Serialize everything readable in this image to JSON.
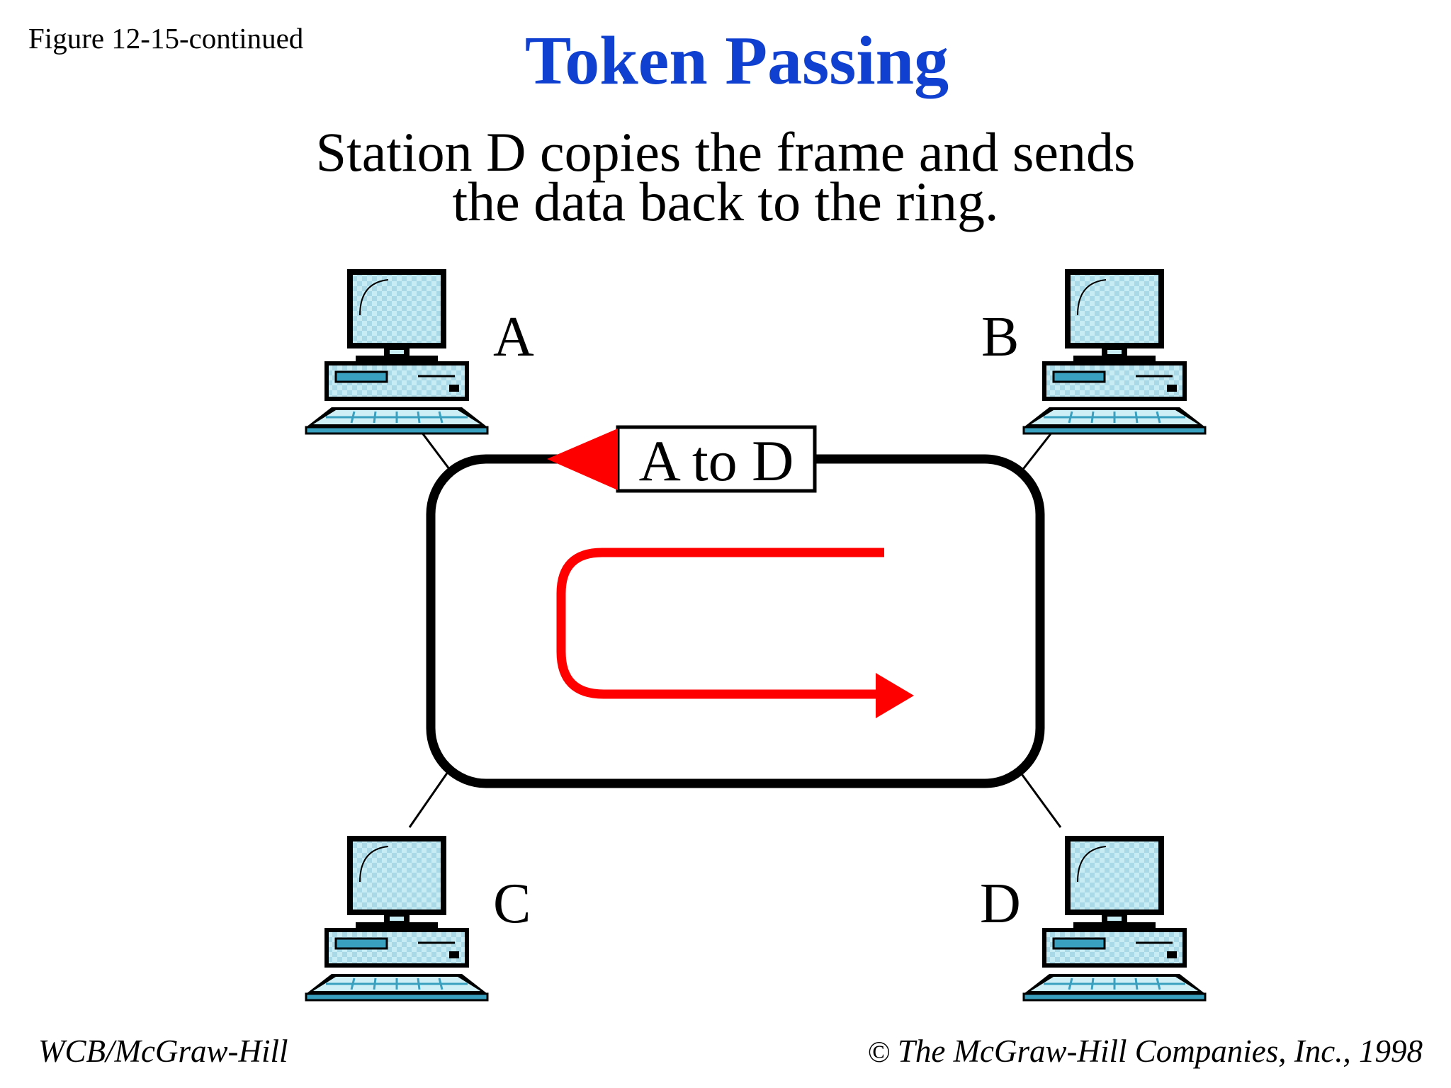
{
  "figure_label": "Figure 12-15-continued",
  "title": "Token Passing",
  "caption": {
    "line1": "Station D copies the frame and sends",
    "line2": "the data back to the ring."
  },
  "frame_label": "A to D",
  "stations": [
    {
      "id": "A",
      "label": "A"
    },
    {
      "id": "B",
      "label": "B"
    },
    {
      "id": "C",
      "label": "C"
    },
    {
      "id": "D",
      "label": "D"
    }
  ],
  "footer": {
    "publisher": "WCB/McGraw-Hill",
    "copyright_symbol": "©",
    "copyright": "The McGraw-Hill Companies, Inc., 1998"
  },
  "colors": {
    "title": "#1040d0",
    "arrow": "#ff0000",
    "ring": "#000000",
    "monitor_screen": "#c8ecf4",
    "computer_accent": "#3aa0c0"
  },
  "icons": [
    "computer-icon",
    "frame-arrow-icon",
    "return-arrow-icon"
  ]
}
